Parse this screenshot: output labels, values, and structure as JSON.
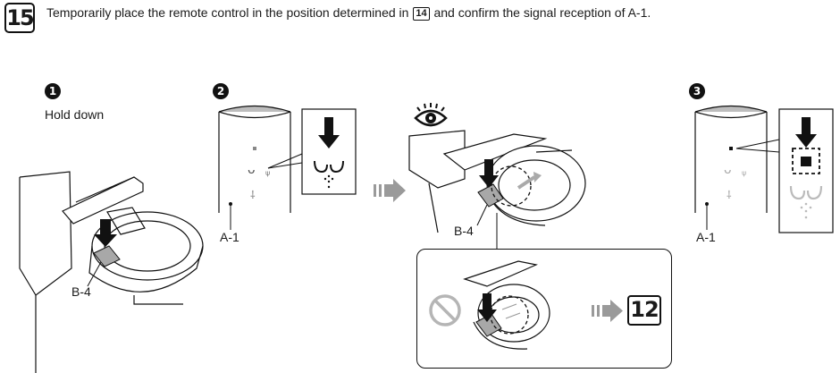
{
  "step": {
    "number": "15",
    "instruction_before": "Temporarily place the remote control in the position determined in ",
    "ref_step": "14",
    "instruction_after": " and confirm the signal reception of A-1."
  },
  "panel1": {
    "badge": "1",
    "caption": "Hold down",
    "part_label": "B-4"
  },
  "panel2": {
    "badge": "2",
    "part_label": "A-1"
  },
  "panel_middle": {
    "part_label": "B-4"
  },
  "panel3": {
    "badge": "3",
    "part_label": "A-1"
  },
  "inset": {
    "next_step": "12"
  },
  "icons": [
    "eye-icon",
    "prohibited-icon",
    "arrow-right-icon",
    "arrow-down-icon",
    "flush-wave-icon",
    "remote-button-icon"
  ]
}
